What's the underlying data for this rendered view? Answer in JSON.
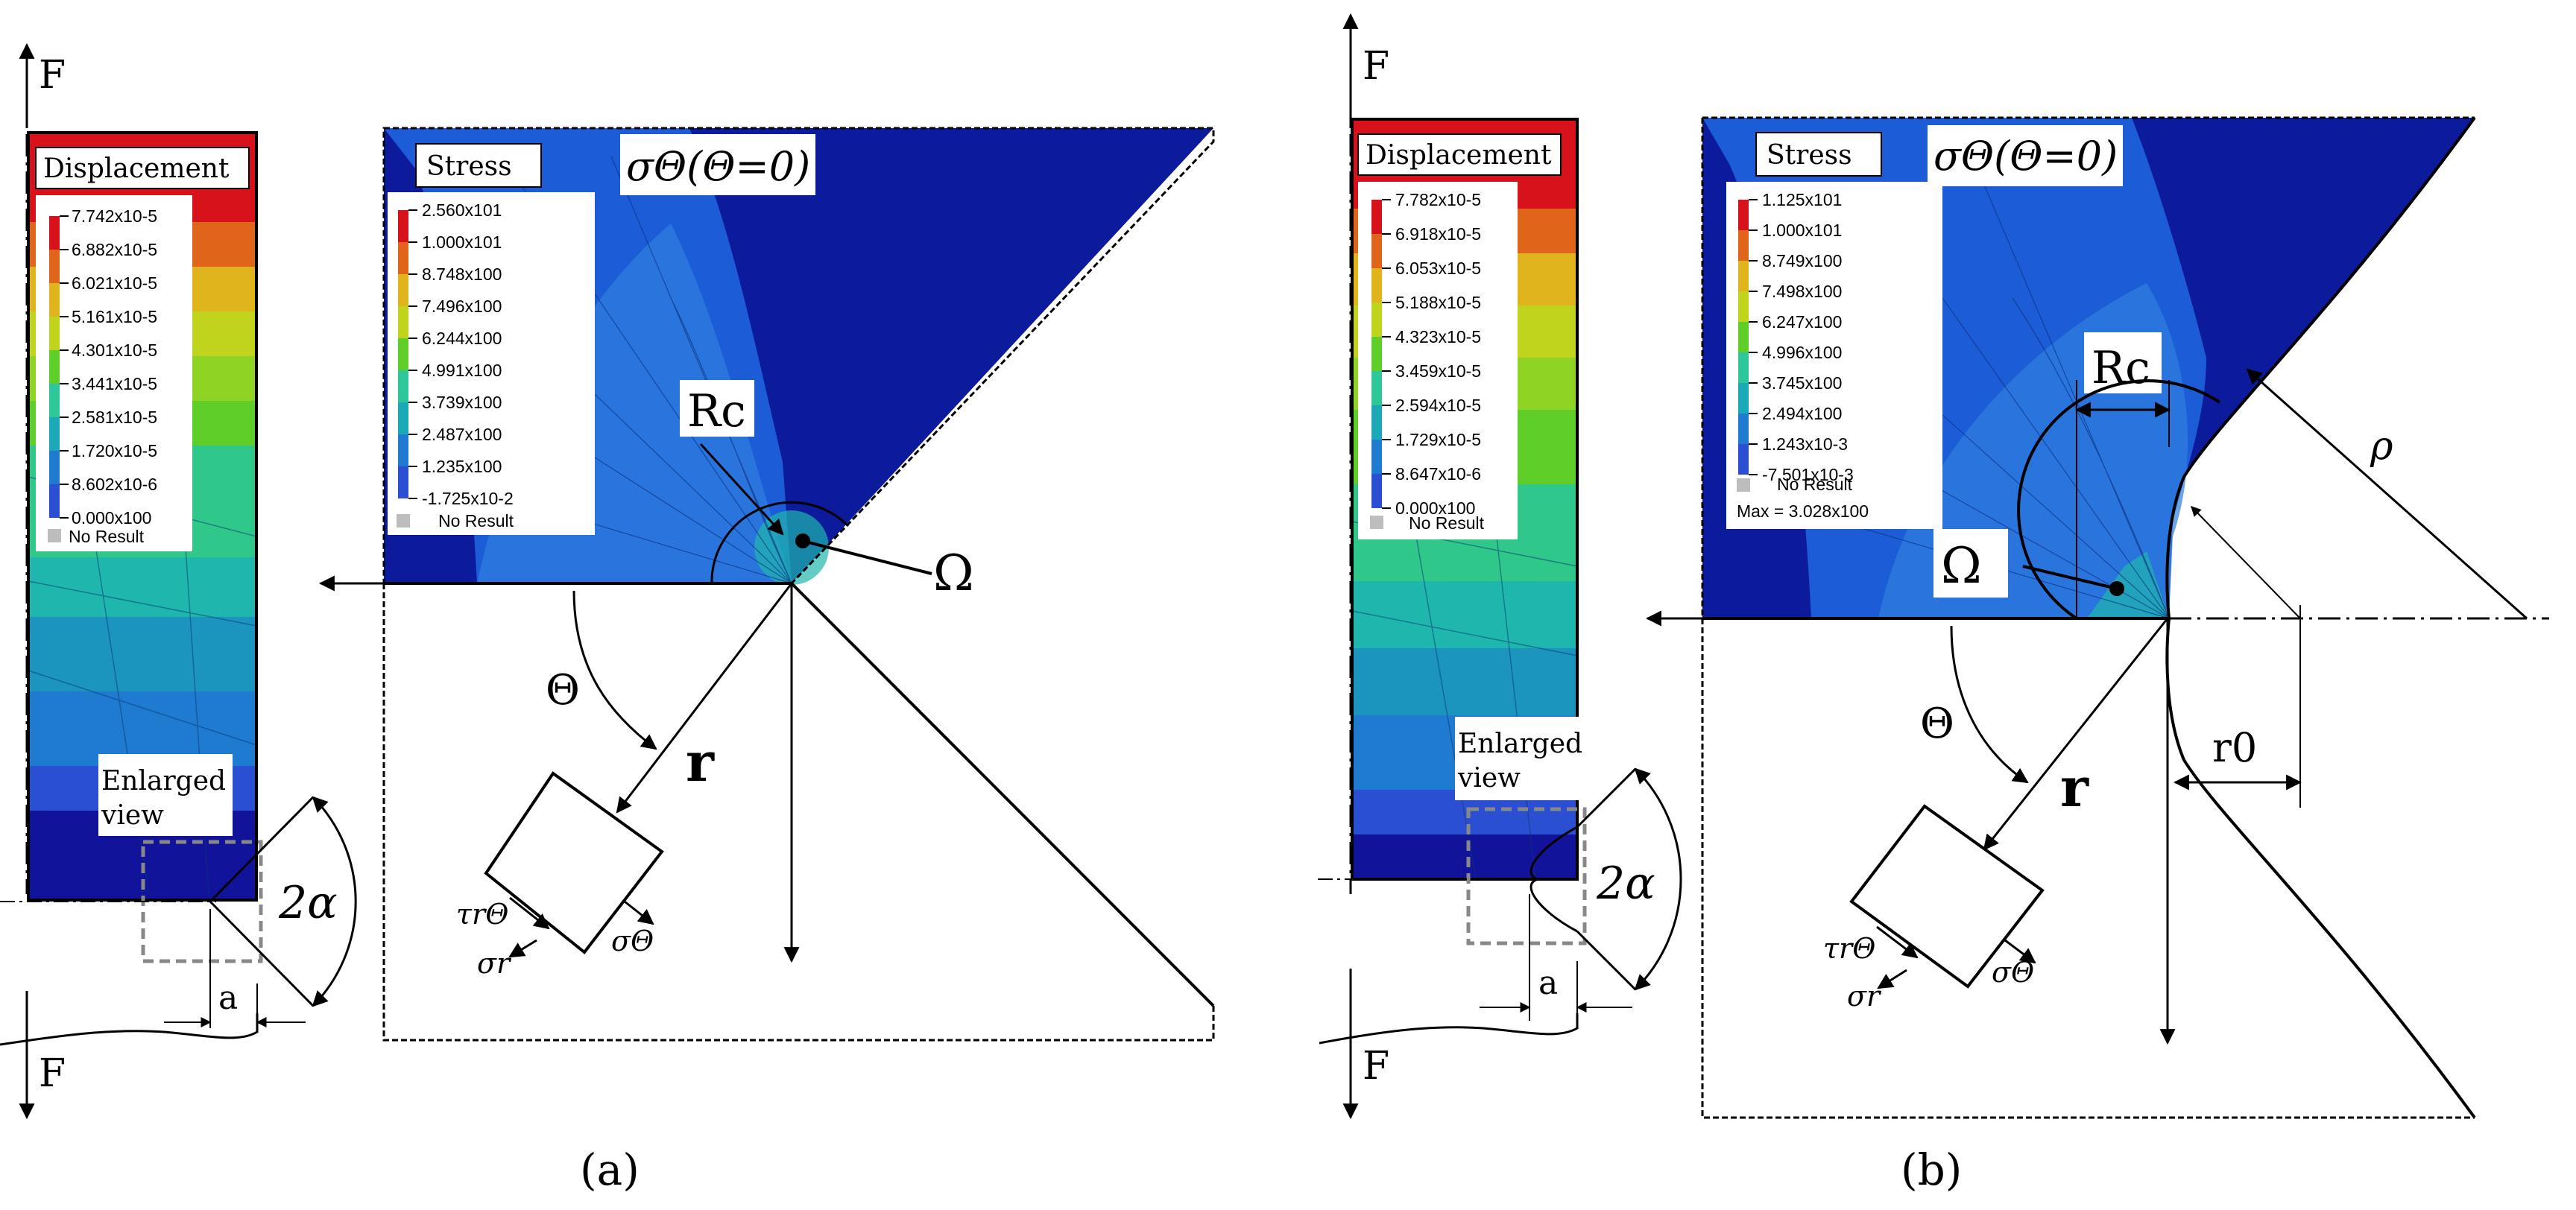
{
  "panel_a": {
    "panel_label": "(a)",
    "force_top": "F",
    "force_bottom": "F",
    "displacement_legend": {
      "title": "Displacement",
      "values": [
        "7.742x10-5",
        "6.882x10-5",
        "6.021x10-5",
        "5.161x10-5",
        "4.301x10-5",
        "3.441x10-5",
        "2.581x10-5",
        "1.720x10-5",
        "8.602x10-6",
        "0.000x100"
      ],
      "no_result": "No Result"
    },
    "stress_legend": {
      "title": "Stress",
      "values": [
        "2.560x101",
        "1.000x101",
        "8.748x100",
        "7.496x100",
        "6.244x100",
        "4.991x100",
        "3.739x100",
        "2.487x100",
        "1.235x100",
        "-1.725x10-2"
      ],
      "no_result": "No Result"
    },
    "enlarged_view": [
      "Enlarged",
      "view"
    ],
    "sigma_theta_label": "σΘ(Θ=0)",
    "rc_label": "Rc",
    "omega_label": "Ω",
    "theta_label": "Θ",
    "r_label": "r",
    "tau_label": "τrΘ",
    "sigma_r_label": "σr",
    "sigma_theta_elem": "σΘ",
    "two_alpha_label": "2α",
    "a_label": "a"
  },
  "panel_b": {
    "panel_label": "(b)",
    "force_top": "F",
    "force_bottom": "F",
    "displacement_legend": {
      "title": "Displacement",
      "values": [
        "7.782x10-5",
        "6.918x10-5",
        "6.053x10-5",
        "5.188x10-5",
        "4.323x10-5",
        "3.459x10-5",
        "2.594x10-5",
        "1.729x10-5",
        "8.647x10-6",
        "0.000x100"
      ],
      "no_result": "No Result"
    },
    "stress_legend": {
      "title": "Stress",
      "values": [
        "1.125x101",
        "1.000x101",
        "8.749x100",
        "7.498x100",
        "6.247x100",
        "4.996x100",
        "3.745x100",
        "2.494x100",
        "1.243x10-3",
        "-7.501x10-3"
      ],
      "no_result": "No Result",
      "max": "Max = 3.028x100"
    },
    "enlarged_view": [
      "Enlarged",
      "view"
    ],
    "sigma_theta_label": "σΘ(Θ=0)",
    "rc_label": "Rc",
    "rho_label": "ρ",
    "omega_label": "Ω",
    "theta_label": "Θ",
    "r_label": "r",
    "r0_label": "r0",
    "tau_label": "τrΘ",
    "sigma_r_label": "σr",
    "sigma_theta_elem": "σΘ",
    "two_alpha_label": "2α",
    "a_label": "a"
  },
  "colors": {
    "contour_scale": [
      "#d8121a",
      "#e0651a",
      "#dfb41c",
      "#c0d41e",
      "#5fce28",
      "#2ec79a",
      "#1ba9b8",
      "#1f7bd0",
      "#2b4fd2",
      "#11139a"
    ],
    "stress_field_dark": "#0c1a9c",
    "stress_field_mid": "#1c5cd6",
    "stress_field_light": "#2f86e8",
    "no_result_gray": "#bdbdbd"
  }
}
